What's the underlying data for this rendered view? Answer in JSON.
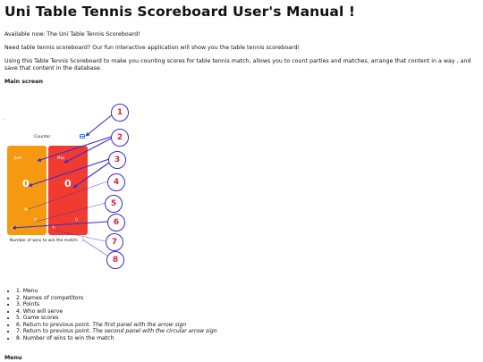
{
  "title": "Uni Table Tennis Scoreboard User's Manual !",
  "intro": {
    "available": "Available now: The Uni Table Tennis Scoreboard!",
    "question": "Need table tennis scoreboard? Our fun interactive application will show you the table tennis scoreboard!",
    "description": "Using this Table Tennis Scoreboard to make you counting scores for table tennis match, allows you to count parties and matches, arrange that content in a way , and save that content in the database."
  },
  "sections": {
    "main_screen": "Main screen",
    "menu": "Menu"
  },
  "figure": {
    "dot": ".",
    "counter_title": "Counter",
    "left_name": "Josh",
    "right_name": "Max",
    "left_points": "0",
    "right_points": "0",
    "left_game_score": "0",
    "right_game_score": "0",
    "wins_label": "Number of wins to win the match:",
    "wins_value": "3",
    "callouts": [
      "1",
      "2",
      "3",
      "4",
      "5",
      "6",
      "7",
      "8"
    ]
  },
  "legend": [
    {
      "text": "1. Menu",
      "note": ""
    },
    {
      "text": "2. Names of competitors",
      "note": ""
    },
    {
      "text": "3. Points",
      "note": ""
    },
    {
      "text": "4. Who will serve",
      "note": ""
    },
    {
      "text": "5. Game scores",
      "note": ""
    },
    {
      "text": "6. Return to previous point. ",
      "note": "The first panel with the arrow sign"
    },
    {
      "text": "7. Return to previous point. ",
      "note": "The second panel with the circular arrow sign"
    },
    {
      "text": "8. Number of wins to win the match",
      "note": ""
    }
  ],
  "colors": {
    "left_panel": "#f59a10",
    "right_panel": "#f23b30",
    "callout_ring": "#3a2ad0",
    "callout_text": "#e0213b",
    "menu_icon": "#1e88e5"
  },
  "icons": {
    "menu": "hamburger-icon",
    "serve": "ball-icon",
    "undo_left": "arrow-left-icon",
    "undo_right": "circular-arrow-icon"
  }
}
